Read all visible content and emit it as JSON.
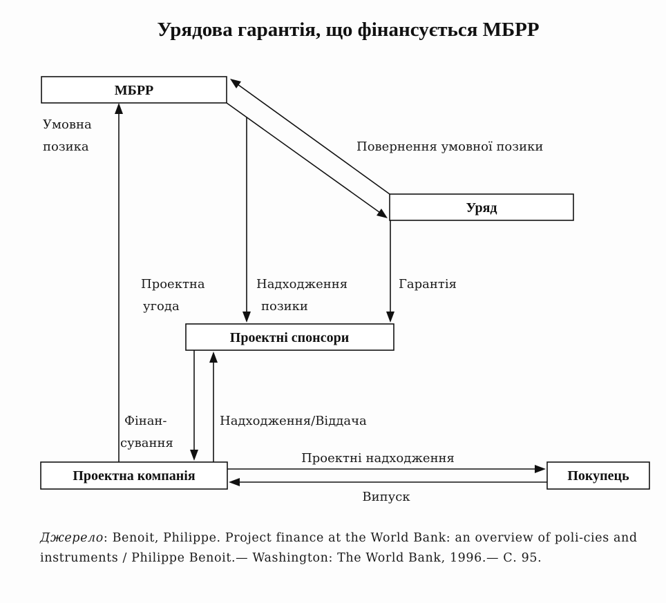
{
  "diagram": {
    "title": "Урядова гарантія, що фінансується МБРР",
    "nodes": {
      "ibrd": "МБРР",
      "government": "Уряд",
      "sponsors": "Проектні спонсори",
      "company": "Проектна компанія",
      "buyer": "Покупець"
    },
    "edge_labels": {
      "conditional_loan": [
        "Умовна",
        "позика"
      ],
      "loan_repayment": "Повернення умовної позики",
      "project_agreement": [
        "Проектна",
        "угода"
      ],
      "loan_proceeds": [
        "Надходження",
        "позики"
      ],
      "guarantee": "Гарантія",
      "financing": [
        "Фінан-",
        "сування"
      ],
      "proceeds_return": "Надходження/Віддача",
      "project_revenue": "Проектні надходження",
      "output": "Випуск"
    }
  },
  "source": {
    "label": "Джерело",
    "text": ": Benoit, Philippe. Project finance at the World Bank: an overview of poli-cies and instruments / Philippe Benoit.— Washington: The World Bank, 1996.— С. 95."
  }
}
